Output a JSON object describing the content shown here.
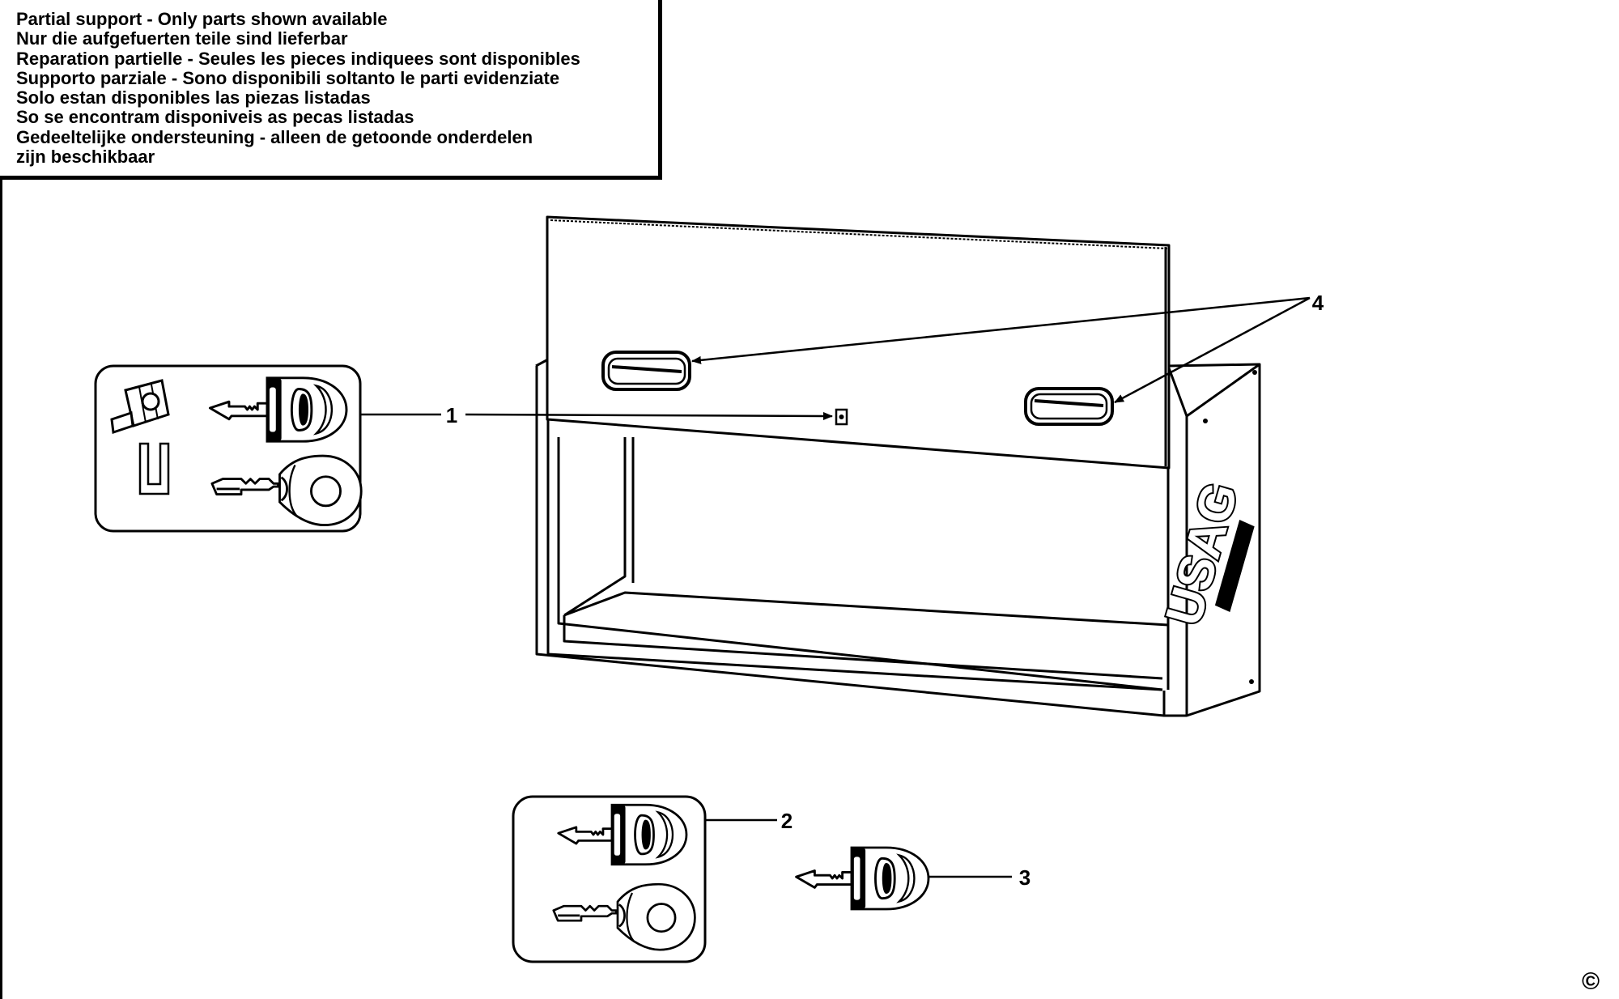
{
  "notice": {
    "lines": [
      "Partial support - Only parts shown available",
      "Nur die aufgefuerten teile sind lieferbar",
      "Reparation partielle - Seules les pieces indiquees sont disponibles",
      "Supporto parziale - Sono disponibili soltanto le parti evidenziate",
      "Solo estan disponibles las piezas listadas",
      "So se encontram disponiveis as pecas listadas",
      "Gedeeltelijke ondersteuning - alleen de getoonde onderdelen",
      "zijn beschikbaar"
    ]
  },
  "callouts": {
    "lock_kit": "1",
    "key_pair": "2",
    "single_key": "3",
    "handles": "4"
  },
  "cabinet": {
    "brand_mark": "USAG"
  },
  "copyright": "©"
}
